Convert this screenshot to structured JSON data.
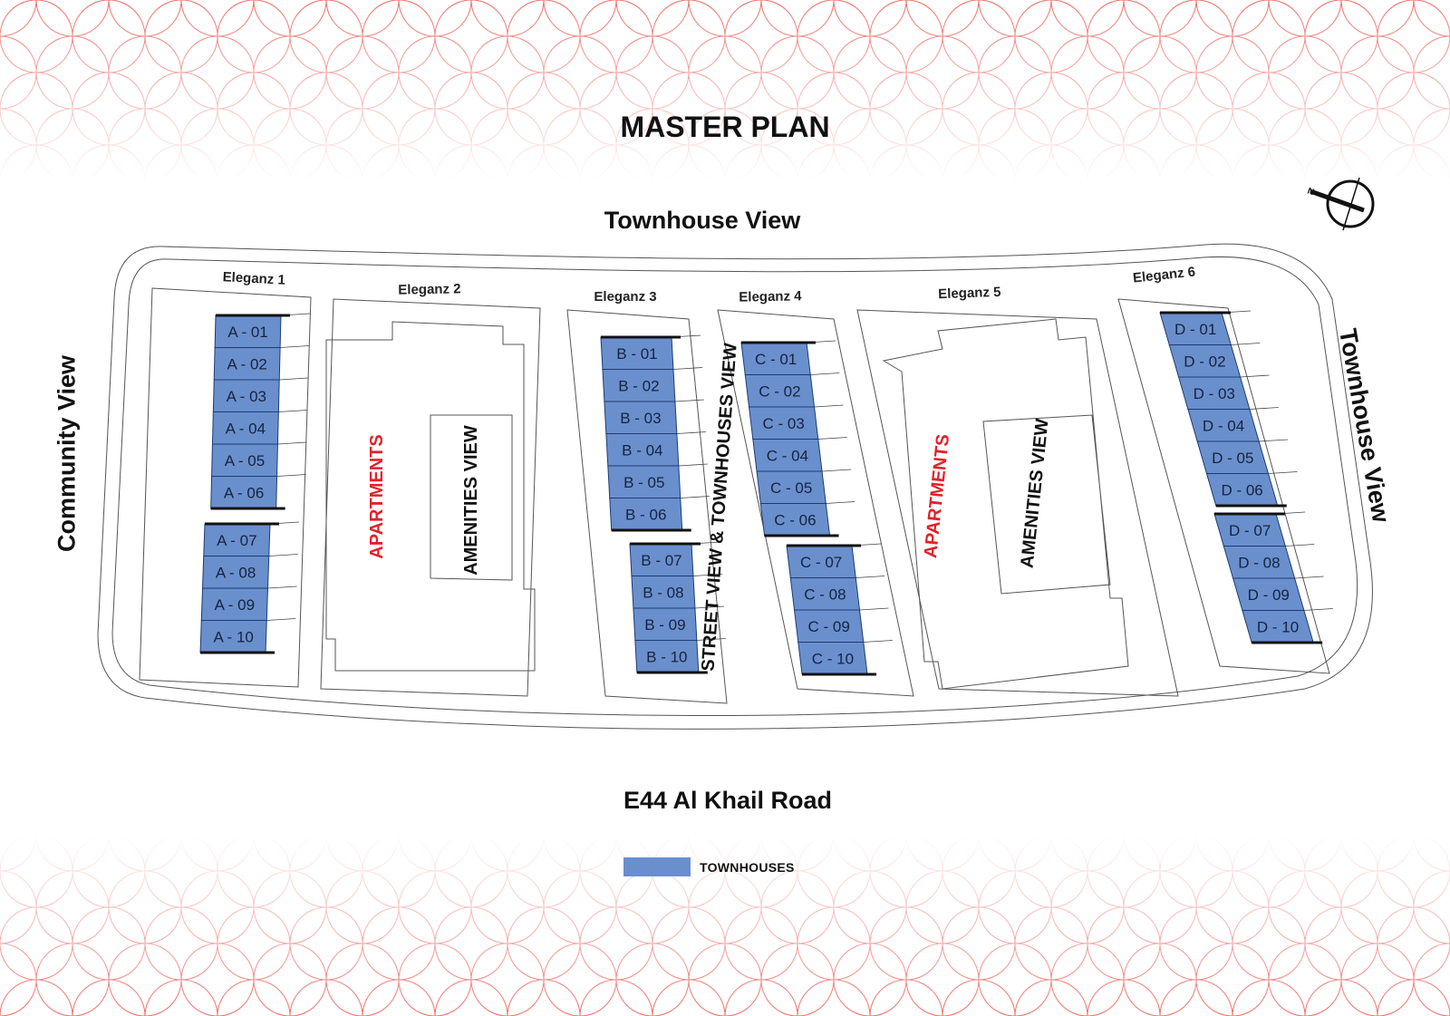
{
  "title": "MASTER PLAN",
  "labels": {
    "top": "Townhouse View",
    "right": "Townhouse View",
    "left": "Community View",
    "bottom": "E44 Al Khail Road",
    "street": "STREET VIEW & TOWNHOUSES VIEW",
    "apartments": "APARTMENTS",
    "amenities": "AMENITIES VIEW",
    "compass": "N"
  },
  "buildings": [
    "Eleganz 1",
    "Eleganz 2",
    "Eleganz 3",
    "Eleganz 4",
    "Eleganz 5",
    "Eleganz 6"
  ],
  "units": {
    "A": [
      "A - 01",
      "A - 02",
      "A - 03",
      "A - 04",
      "A - 05",
      "A - 06",
      "A - 07",
      "A - 08",
      "A - 09",
      "A - 10"
    ],
    "B": [
      "B - 01",
      "B - 02",
      "B - 03",
      "B - 04",
      "B - 05",
      "B - 06",
      "B - 07",
      "B - 08",
      "B - 09",
      "B - 10"
    ],
    "C": [
      "C - 01",
      "C - 02",
      "C - 03",
      "C - 04",
      "C - 05",
      "C - 06",
      "C - 07",
      "C - 08",
      "C - 09",
      "C - 10"
    ],
    "D": [
      "D - 01",
      "D - 02",
      "D - 03",
      "D - 04",
      "D - 05",
      "D - 06",
      "D - 07",
      "D - 08",
      "D - 09",
      "D - 10"
    ]
  },
  "legend": {
    "label": "TOWNHOUSES"
  },
  "colors": {
    "townhouse": "#6a8fcd",
    "apartments_label": "#e0222a",
    "pattern": "#e8473f",
    "outline": "#555555"
  }
}
